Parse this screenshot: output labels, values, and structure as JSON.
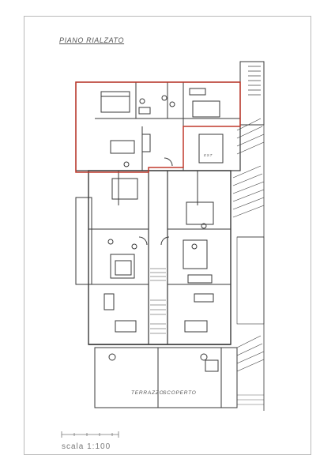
{
  "plan": {
    "title": "PIANO RIALZATO",
    "scale": "scala 1:100",
    "terrace_left": "TERRAZZO",
    "terrace_right": "SCOPERTO",
    "stair_note": "EST",
    "highlight_color": "#c0392b",
    "line_color": "#3a3a3a"
  }
}
